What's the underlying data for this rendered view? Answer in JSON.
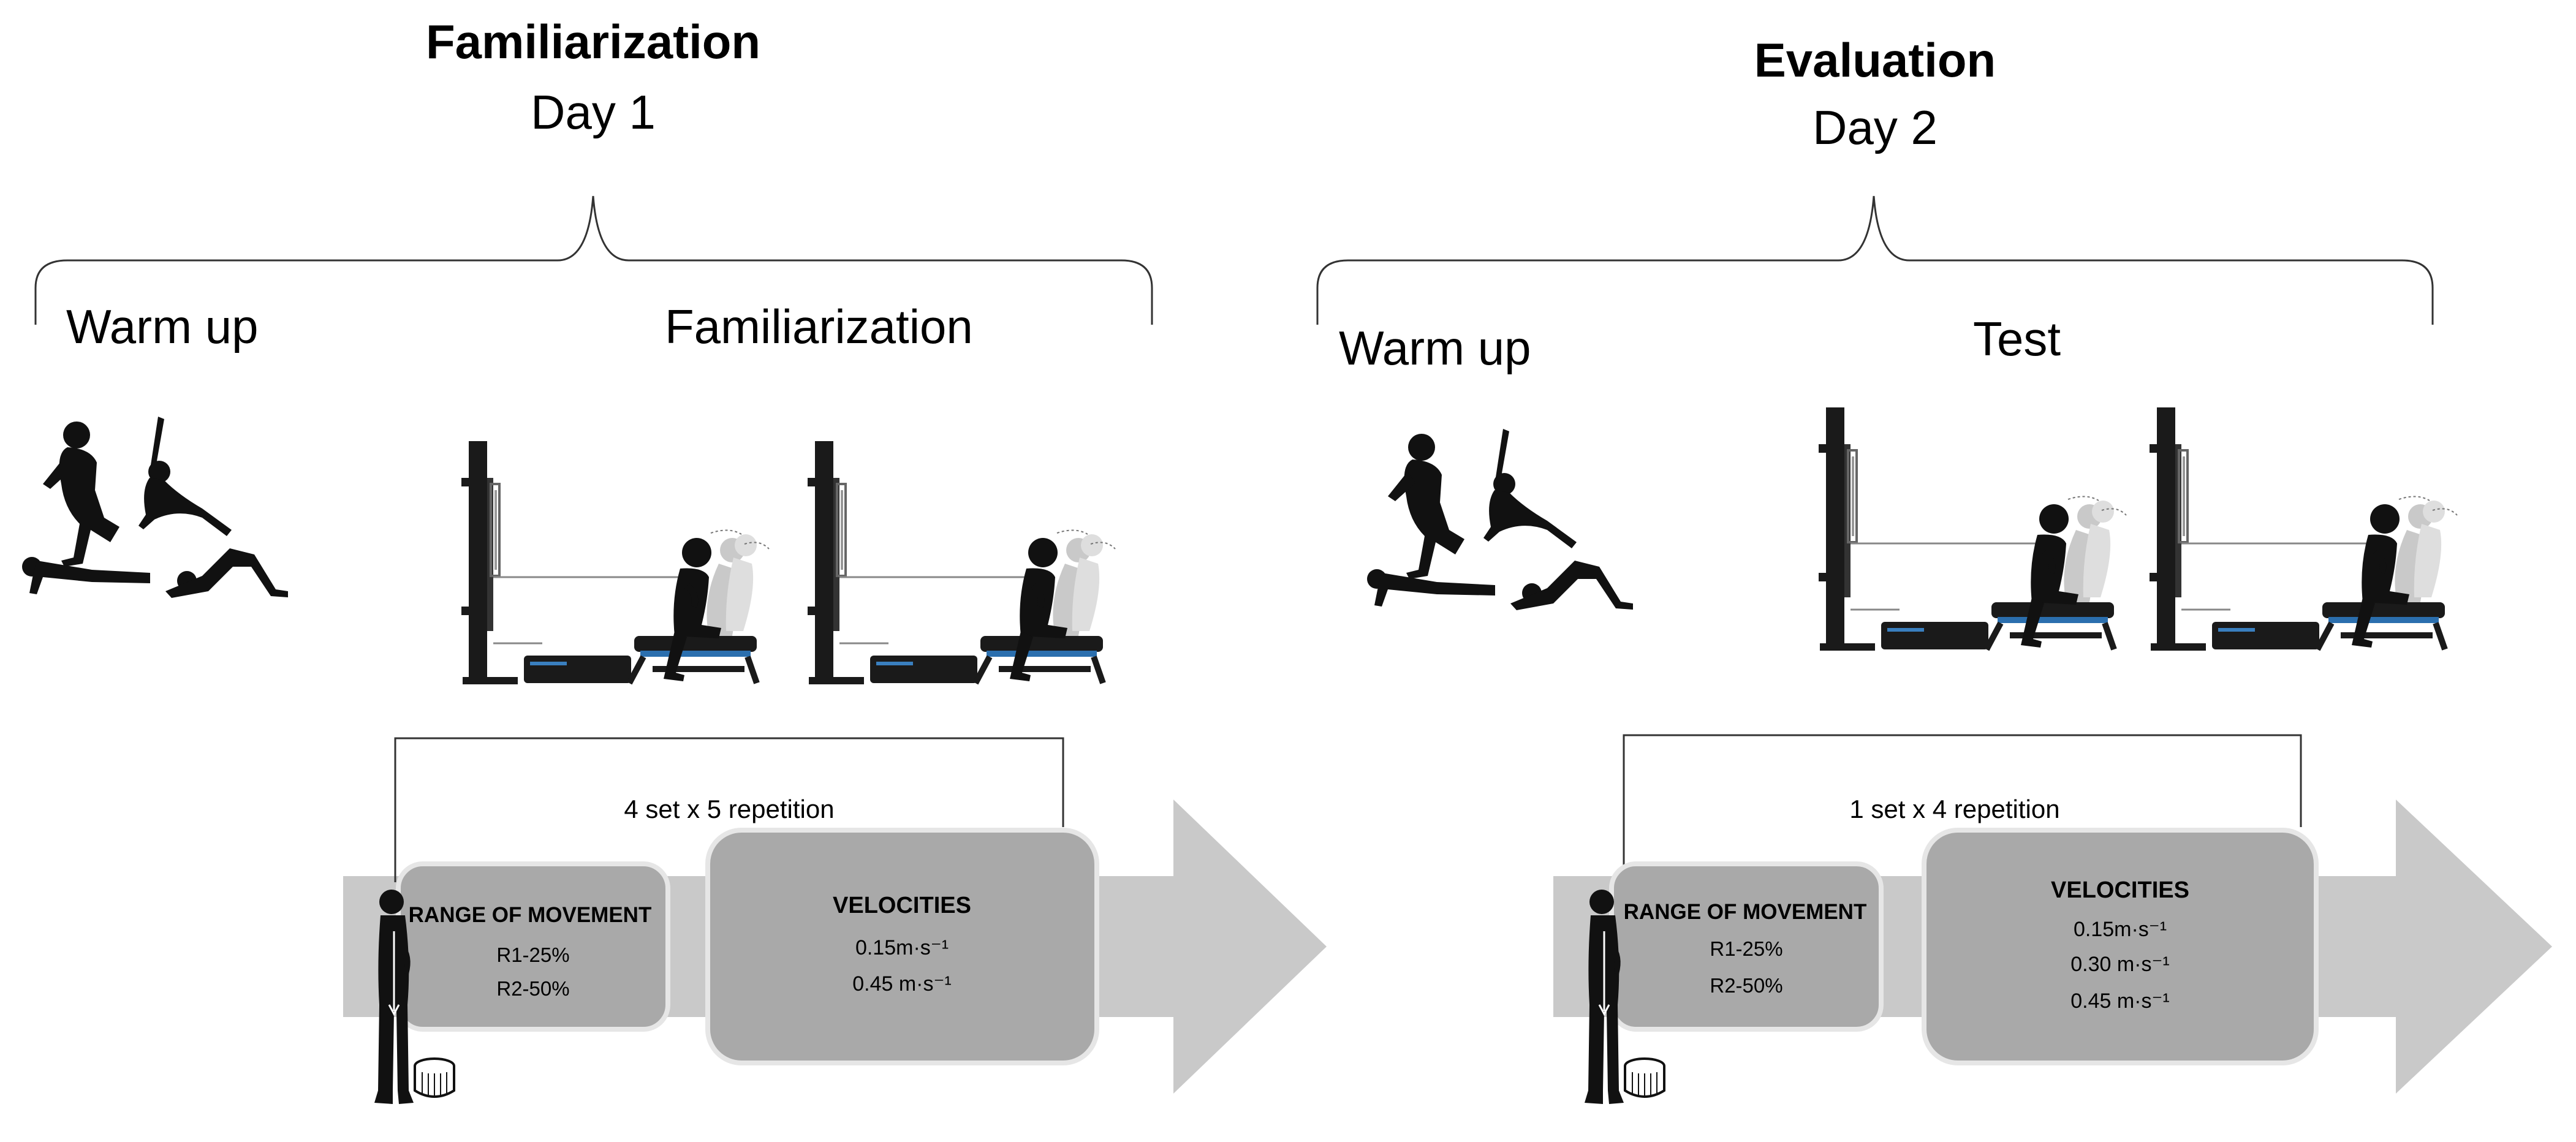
{
  "phases": [
    {
      "title": "Familiarization",
      "day": "Day 1",
      "left_label": "Warm up",
      "right_label": "Familiarization",
      "sets_label": "4 set x 5 repetition",
      "rom": {
        "heading": "RANGE OF MOVEMENT",
        "lines": [
          "R1-25%",
          "R2-50%"
        ]
      },
      "velocities": {
        "heading": "VELOCITIES",
        "lines": [
          "0.15m·s⁻¹",
          "0.45 m·s⁻¹"
        ]
      }
    },
    {
      "title": "Evaluation",
      "day": "Day 2",
      "left_label": "Warm up",
      "right_label": "Test",
      "sets_label": "1 set x 4 repetition",
      "rom": {
        "heading": "RANGE OF MOVEMENT",
        "lines": [
          "R1-25%",
          "R2-50%"
        ]
      },
      "velocities": {
        "heading": "VELOCITIES",
        "lines": [
          "0.15m·s⁻¹",
          "0.30 m·s⁻¹",
          "0.45 m·s⁻¹"
        ]
      }
    }
  ],
  "colors": {
    "arrow": "#c9c9c9",
    "box_fill": "#a9a9a9",
    "box_stroke": "#e6e6e6",
    "silhouette": "#111111",
    "ghost": "#c8c8c8",
    "accent": "#1aa0e0"
  }
}
